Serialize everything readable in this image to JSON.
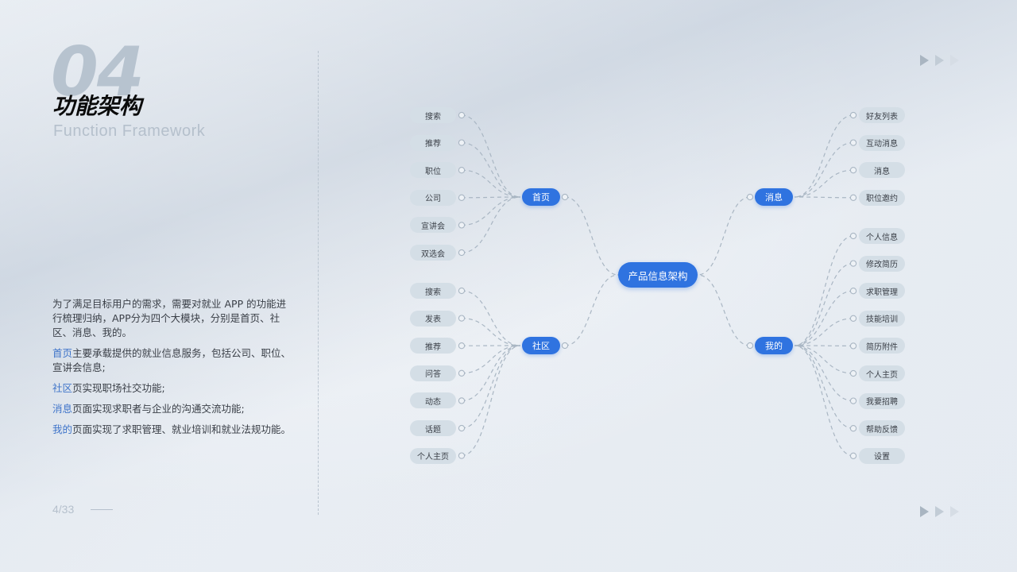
{
  "header": {
    "number": "04",
    "title_cn": "功能架构",
    "title_en": "Function Framework"
  },
  "description": {
    "intro": "为了满足目标用户的需求，需要对就业 APP 的功能进行梳理归纳，APP分为四个大模块，分别是首页、社区、消息、我的。",
    "items": [
      {
        "keyword": "首页",
        "text": "主要承载提供的就业信息服务，包括公司、职位、宣讲会信息;"
      },
      {
        "keyword": "社区",
        "text": "页实现职场社交功能;"
      },
      {
        "keyword": "消息",
        "text": "页面实现求职者与企业的沟通交流功能;"
      },
      {
        "keyword": "我的",
        "text": "页面实现了求职管理、就业培训和就业法规功能。"
      }
    ]
  },
  "footer": {
    "page": "4/33"
  },
  "mindmap": {
    "root": "产品信息架构",
    "branches": [
      {
        "label": "首页",
        "side": "left",
        "children": [
          "搜索",
          "推荐",
          "职位",
          "公司",
          "宣讲会",
          "双选会"
        ]
      },
      {
        "label": "社区",
        "side": "left",
        "children": [
          "搜索",
          "发表",
          "推荐",
          "问答",
          "动态",
          "话题",
          "个人主页"
        ]
      },
      {
        "label": "消息",
        "side": "right",
        "children": [
          "好友列表",
          "互动消息",
          "消息",
          "职位邀约"
        ]
      },
      {
        "label": "我的",
        "side": "right",
        "children": [
          "个人信息",
          "修改简历",
          "求职管理",
          "技能培训",
          "简历附件",
          "个人主页",
          "我要招聘",
          "帮助反馈",
          "设置"
        ]
      }
    ]
  },
  "colors": {
    "accent": "#2f73e0",
    "highlight_text": "#3f74c9",
    "leaf_bg": "#d4dee6",
    "connector": "#a9b6c3"
  },
  "icons": [
    "play-arrow-icon"
  ]
}
